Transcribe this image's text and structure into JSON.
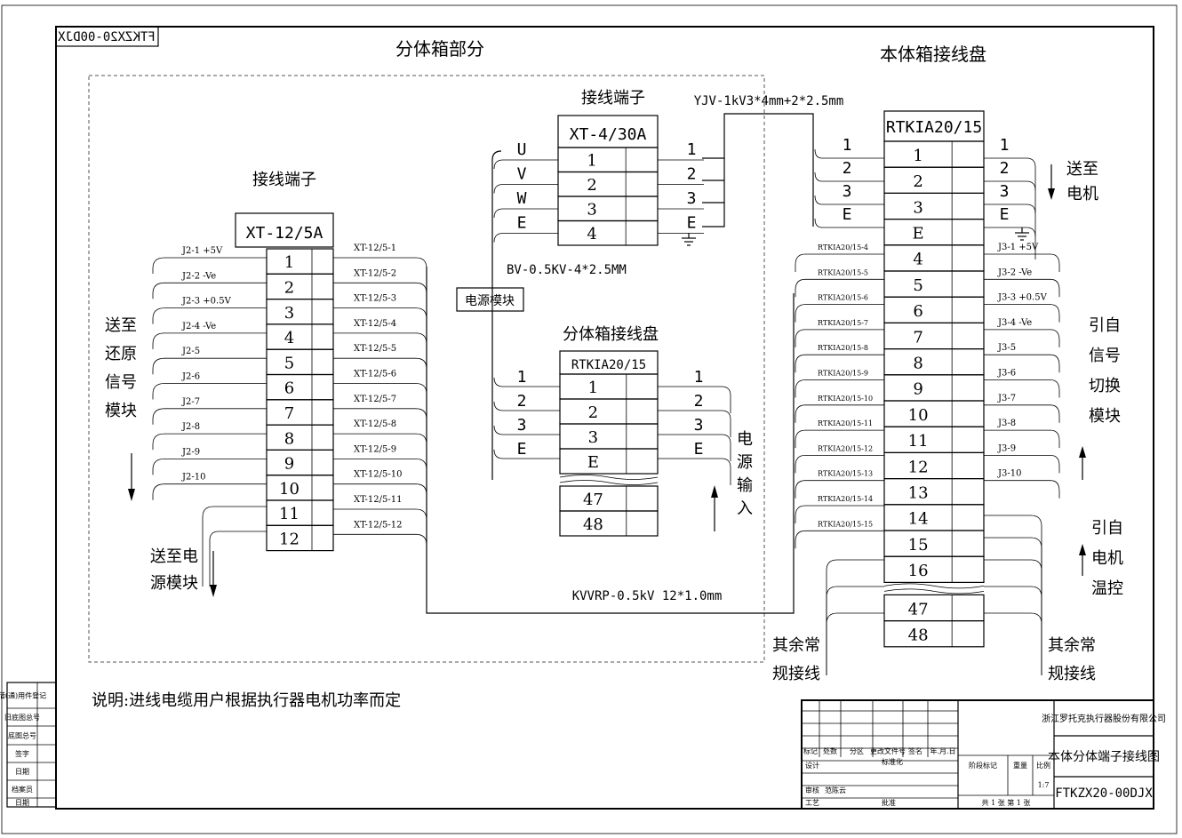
{
  "drawing_code": "FTKZX20-00DJX",
  "sections": {
    "left": "分体箱部分",
    "right": "本体箱接线盘"
  },
  "cables": {
    "yjv": "YJV-1kV3*4mm+2*2.5mm",
    "bv": "BV-0.5KV-4*2.5MM",
    "kvvrp": "KVVRP-0.5kV  12*1.0mm"
  },
  "note": "说明:进线电缆用户根据执行器电机功率而定",
  "xt12": {
    "caption": "接线端子",
    "model": "XT-12/5A",
    "terminals": [
      "1",
      "2",
      "3",
      "4",
      "5",
      "6",
      "7",
      "8",
      "9",
      "10",
      "11",
      "12"
    ],
    "left_labels": [
      "J2-1 +5V",
      "J2-2 -Ve",
      "J2-3 +0.5V",
      "J2-4 -Ve",
      "J2-5",
      "J2-6",
      "J2-7",
      "J2-8",
      "J2-9",
      "J2-10"
    ],
    "right_labels": [
      "XT-12/5-1",
      "XT-12/5-2",
      "XT-12/5-3",
      "XT-12/5-4",
      "XT-12/5-5",
      "XT-12/5-6",
      "XT-12/5-7",
      "XT-12/5-8",
      "XT-12/5-9",
      "XT-12/5-10",
      "XT-12/5-11",
      "XT-12/5-12"
    ]
  },
  "xt4": {
    "caption": "接线端子",
    "model": "XT-4/30A",
    "terminals": [
      "1",
      "2",
      "3",
      "4"
    ],
    "left_labels": [
      "U",
      "V",
      "W",
      "E"
    ],
    "right_labels": [
      "1",
      "2",
      "3",
      "E"
    ]
  },
  "power_module": "电源模块",
  "split_board": {
    "caption": "分体箱接线盘",
    "model": "RTKIA20/15",
    "terminals": [
      "1",
      "2",
      "3",
      "E",
      "47",
      "48"
    ],
    "left_labels": [
      "1",
      "2",
      "3",
      "E"
    ],
    "right_labels": [
      "1",
      "2",
      "3",
      "E"
    ],
    "power_input": [
      "电",
      "源",
      "输",
      "入"
    ]
  },
  "body_board": {
    "model": "RTKIA20/15",
    "terminals": [
      "1",
      "2",
      "3",
      "E",
      "4",
      "5",
      "6",
      "7",
      "8",
      "9",
      "10",
      "11",
      "12",
      "13",
      "14",
      "15",
      "16",
      "47",
      "48"
    ],
    "left_top_labels": [
      "1",
      "2",
      "3",
      "E"
    ],
    "left_labels": [
      "RTKIA20/15-4",
      "RTKIA20/15-5",
      "RTKIA20/15-6",
      "RTKIA20/15-7",
      "RTKIA20/15-8",
      "RTKIA20/15-9",
      "RTKIA20/15-10",
      "RTKIA20/15-11",
      "RTKIA20/15-12",
      "RTKIA20/15-13",
      "RTKIA20/15-14",
      "RTKIA20/15-15"
    ],
    "right_top_labels": [
      "1",
      "2",
      "3",
      "E"
    ],
    "right_labels": [
      "J3-1 +5V",
      "J3-2 -Ve",
      "J3-3 +0.5V",
      "J3-4 -Ve",
      "J3-5",
      "J3-6",
      "J3-7",
      "J3-8",
      "J3-9",
      "J3-10"
    ]
  },
  "side_texts": {
    "to_restore": [
      "送至",
      "还原",
      "信号",
      "模块"
    ],
    "to_power": [
      "送至电",
      "源模块"
    ],
    "to_motor": [
      "送至",
      "电机"
    ],
    "from_switch": [
      "引自",
      "信号",
      "切换",
      "模块"
    ],
    "from_temp": [
      "引自",
      "电机",
      "温控"
    ],
    "other_left": [
      "其余常",
      "规接线"
    ],
    "other_right": [
      "其余常",
      "规接线"
    ]
  },
  "left_strip": [
    "借(通)用件登记",
    "旧底图总号",
    "底图总号",
    "签字",
    "日期",
    "档案员",
    "日期"
  ],
  "title_block": {
    "company": "浙江罗托克执行器股份有限公司",
    "drawing_name": "本体分体端子接线图",
    "code": "FTKZX20-00DJX",
    "headers": [
      "标记",
      "处数",
      "分区",
      "更改文件号",
      "签名",
      "年.月.日"
    ],
    "rows": [
      "设计",
      "审核",
      "工艺"
    ],
    "standardize": "标准化",
    "approve": "批准",
    "designer": "范陈云",
    "stage_headers": [
      "阶段标记",
      "重量",
      "比例"
    ],
    "scale": "1:7",
    "sheets": "共 1 张  第 1 张"
  }
}
